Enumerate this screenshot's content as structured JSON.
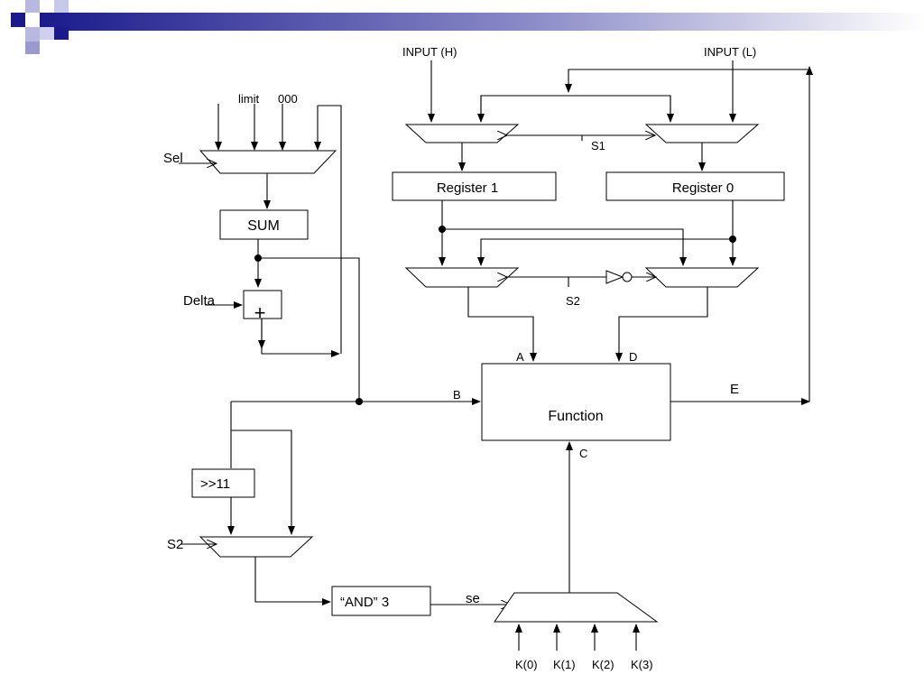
{
  "header": {
    "accent_dark": "#1a1a8c",
    "accent_light": "#9a9ad0",
    "gradient_end": "#ffffff"
  },
  "diagram": {
    "inputs": {
      "input_h": "INPUT (H)",
      "input_l": "INPUT (L)",
      "limit": "limit",
      "zero": "000",
      "sel": "Sel",
      "delta": "Delta",
      "s2_left": "S2",
      "se": "se"
    },
    "blocks": {
      "sum": "SUM",
      "plus": "+",
      "register1": "Register 1",
      "register0": "Register 0",
      "function": "Function",
      "shift": ">>11",
      "and3": "“AND” 3"
    },
    "signals": {
      "s1": "S1",
      "s2": "S2",
      "a": "A",
      "b": "B",
      "c": "C",
      "d": "D",
      "e": "E"
    },
    "k_inputs": [
      "K(0)",
      "K(1)",
      "K(2)",
      "K(3)"
    ]
  }
}
